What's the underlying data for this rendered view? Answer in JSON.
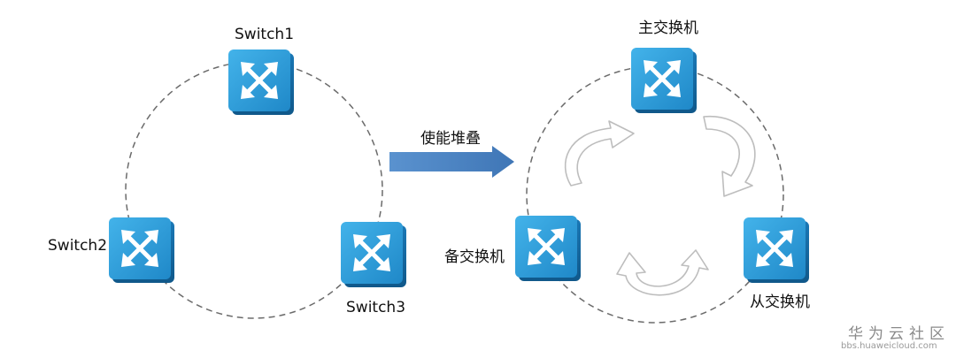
{
  "left": {
    "switches": [
      {
        "label": "Switch1",
        "icon": "switch-icon"
      },
      {
        "label": "Switch2",
        "icon": "switch-icon"
      },
      {
        "label": "Switch3",
        "icon": "switch-icon"
      }
    ]
  },
  "arrow": {
    "label": "使能堆叠",
    "color": "#4f86c6"
  },
  "right": {
    "switches": [
      {
        "label": "主交换机",
        "icon": "switch-icon"
      },
      {
        "label": "备交换机",
        "icon": "switch-icon"
      },
      {
        "label": "从交换机",
        "icon": "switch-icon"
      }
    ]
  },
  "watermark": {
    "title": "华为云社区",
    "url": "bbs.huaweicloud.com"
  },
  "colors": {
    "switch_top": "#2e9bd6",
    "switch_side": "#1b6fa8",
    "ring": "#6b6b6b",
    "cycle_arrow": "#c9c9c9"
  }
}
